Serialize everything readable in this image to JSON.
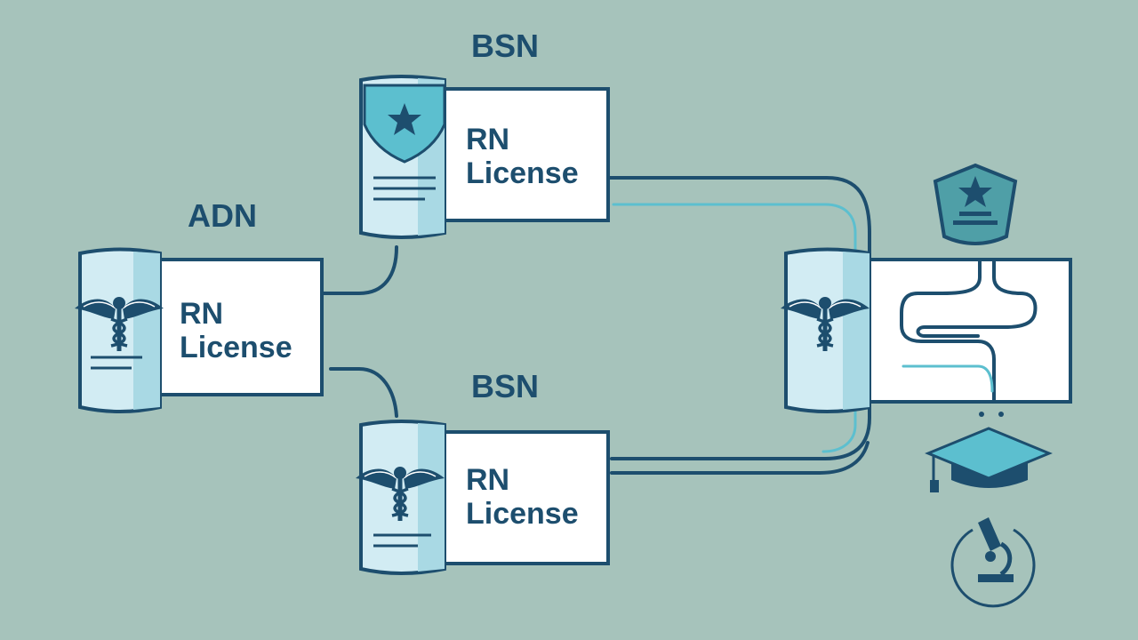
{
  "nodes": {
    "adn": {
      "heading": "ADN",
      "line1": "RN",
      "line2": "License"
    },
    "bsn_top": {
      "heading": "BSN",
      "line1": "RN",
      "line2": "License"
    },
    "bsn_bottom": {
      "heading": "BSN",
      "line1": "RN",
      "line2": "License"
    }
  },
  "icons": {
    "adn": "caduceus-icon",
    "bsn_top": "star-shield-icon",
    "bsn_bottom": "caduceus-icon",
    "destination": "caduceus-icon",
    "award": "star-shield-icon",
    "graduation": "graduation-cap-icon",
    "research": "microscope-icon"
  },
  "colors": {
    "background": "#a6c3bb",
    "ink": "#1d4e6e",
    "card": "#ffffff",
    "panel": "#d2ecf3",
    "panel_dark": "#a9d9e4",
    "accent": "#5cbfcf",
    "teal": "#4f9fa7"
  }
}
